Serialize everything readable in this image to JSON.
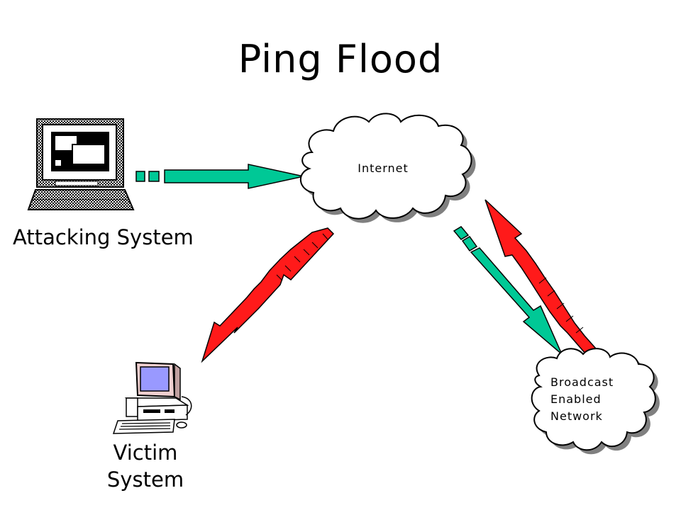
{
  "title": "Ping Flood",
  "nodes": {
    "attacking_system": {
      "label": "Attacking System",
      "icon": "computer-monitor-icon"
    },
    "internet": {
      "label": "Internet",
      "icon": "cloud-icon"
    },
    "victim_system": {
      "label_lines": [
        "Victim",
        "System"
      ],
      "icon": "desktop-computer-icon"
    },
    "broadcast_network": {
      "label_lines": [
        "Broadcast",
        "Enabled",
        "Network"
      ],
      "icon": "cloud-icon"
    }
  },
  "colors": {
    "attack_arrow": "#00c896",
    "flood_arrow": "#ff1a1a",
    "cloud_fill": "#ffffff",
    "cloud_shadow": "#808080",
    "monitor_screen": "#9999ff"
  }
}
